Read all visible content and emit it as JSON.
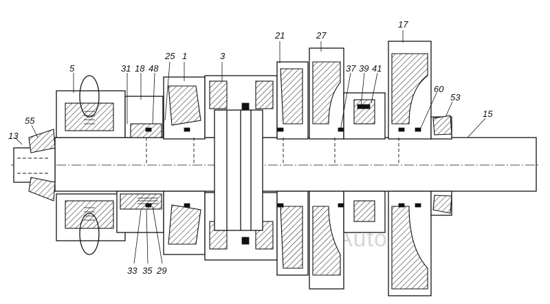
{
  "labels": {
    "l13": "13",
    "l55": "55",
    "l5": "5",
    "l31": "31",
    "l18": "18",
    "l48": "48",
    "l25": "25",
    "l1": "1",
    "l3": "3",
    "l21": "21",
    "l27": "27",
    "l17": "17",
    "l37": "37",
    "l39": "39",
    "l41": "41",
    "l60": "60",
    "l53": "53",
    "l15": "15",
    "l33": "33",
    "l35": "35",
    "l29": "29"
  },
  "watermark": "AutoSoft"
}
